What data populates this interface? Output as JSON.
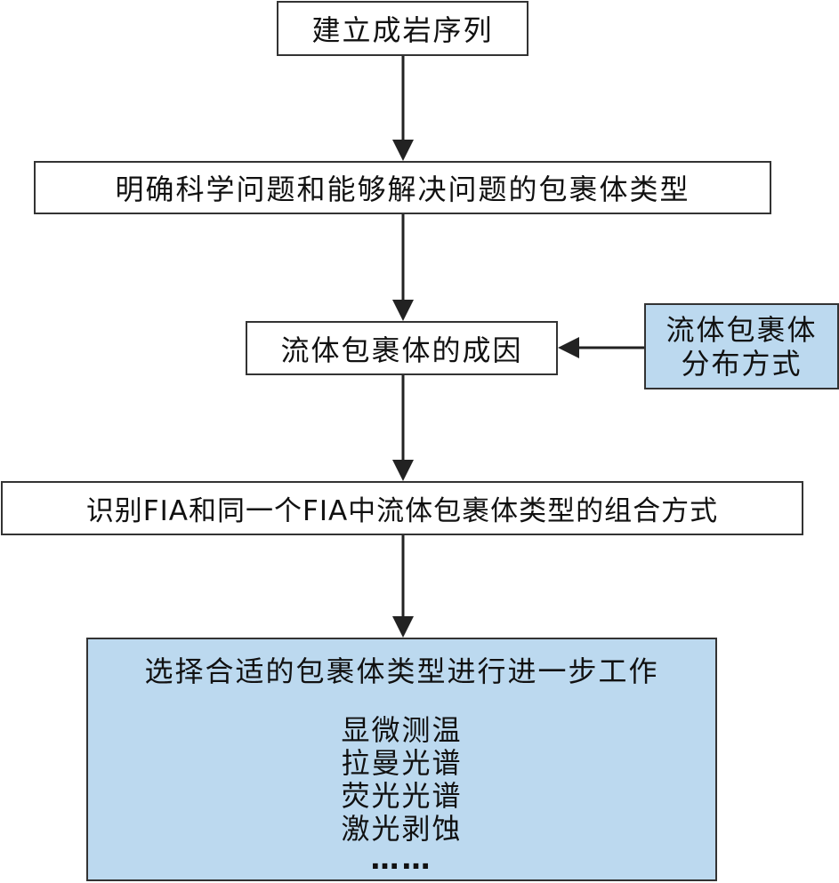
{
  "nodes": {
    "diagenetic_sequence": "建立成岩序列",
    "define_problem": "明确科学问题和能够解决问题的包裹体类型",
    "inclusion_origin": "流体包裹体的成因",
    "distribution_line1": "流体包裹体",
    "distribution_line2": "分布方式",
    "fia_identification": "识别FIA和同一个FIA中流体包裹体类型的组合方式",
    "select_heading": "选择合适的包裹体类型进行进一步工作",
    "methods": [
      "显微测温",
      "拉曼光谱",
      "荧光光谱",
      "激光剥蚀",
      "……"
    ]
  },
  "colors": {
    "highlight_fill": "#bcd9ef",
    "border": "#333333",
    "arrow": "#222222"
  }
}
